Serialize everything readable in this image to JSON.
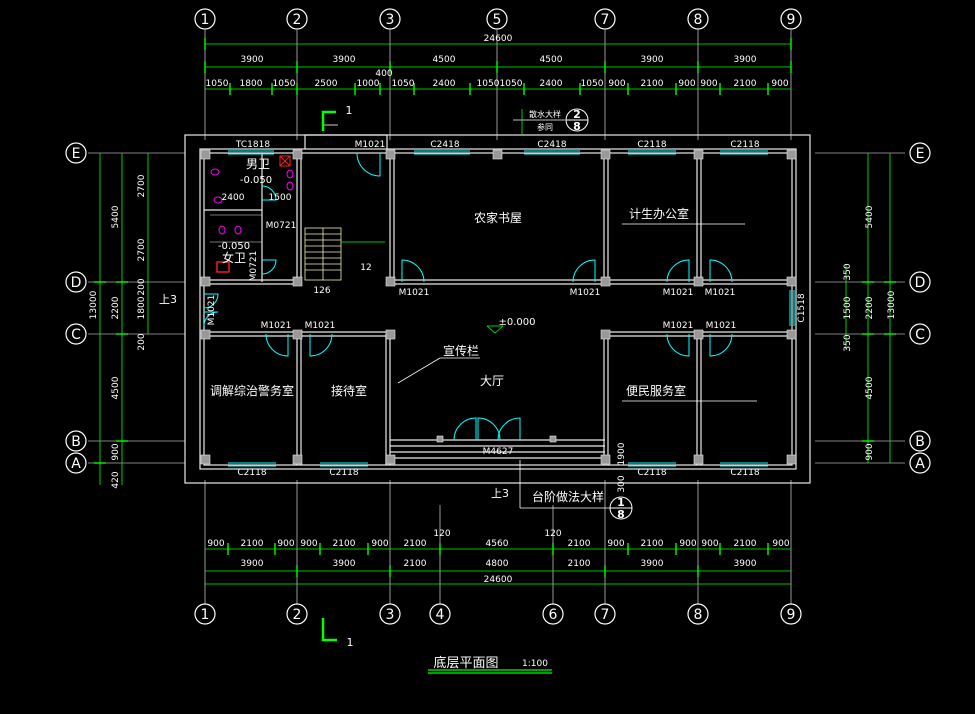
{
  "drawing": {
    "title": "底层平面图",
    "scale": "1:100",
    "section_mark": "1"
  },
  "colors": {
    "background": "#000000",
    "dim": "#00ff00",
    "grid": "#ffffff",
    "wall": "#e8e8e8",
    "wall_fill": "#f2f2b0",
    "window": "#00ffff",
    "text": "#ffffff",
    "accent_red": "#ff2020",
    "fixture": "#ff00ff"
  },
  "axes": {
    "vertical": [
      "1",
      "2",
      "3",
      "4",
      "5",
      "6",
      "7",
      "8",
      "9"
    ],
    "horizontal": [
      "E",
      "D",
      "C",
      "B",
      "A"
    ]
  },
  "dims": {
    "top_total": "24600",
    "top_bays": [
      "3900",
      "3900",
      "4500",
      "4500",
      "3900",
      "3900"
    ],
    "top_details": [
      "1050",
      "1800",
      "1050",
      "2500",
      "1000",
      "400",
      "1050",
      "2400",
      "1050",
      "1050",
      "2400",
      "1050",
      "900",
      "2100",
      "900",
      "900",
      "2100",
      "900"
    ],
    "bottom_details": [
      "900",
      "2100",
      "900",
      "900",
      "2100",
      "900",
      "2100",
      "120",
      "4560",
      "120",
      "2100",
      "900",
      "2100",
      "900",
      "900",
      "2100",
      "900"
    ],
    "bottom_bays": [
      "3900",
      "3900",
      "2100",
      "4800",
      "2100",
      "3900",
      "3900"
    ],
    "bottom_total": "24600",
    "left_outer": "13000",
    "left_mid": [
      "5400",
      "2200",
      "4500",
      "900",
      "420"
    ],
    "left_inner": [
      "2700",
      "2700",
      "200",
      "1800",
      "200"
    ],
    "right_outer": "13000",
    "right_mid": [
      "5400",
      "2200",
      "4500",
      "900"
    ],
    "right_inner": [
      "350",
      "1500",
      "350"
    ]
  },
  "rooms": {
    "library": "农家书屋",
    "family_planning": "计生办公室",
    "mens_wc": "男卫",
    "womens_wc": "女卫",
    "mediation": "调解综治警务室",
    "reception": "接待室",
    "hall": "大厅",
    "service": "便民服务室",
    "bulletin": "宣传栏"
  },
  "levels": {
    "wc_men": "-0.050",
    "wc_women": "-0.050",
    "ground": "±0.000"
  },
  "labels": {
    "tc1818": "TC1818",
    "m1021_top": "M1021",
    "c2418_a": "C2418",
    "c2418_b": "C2418",
    "c2118_te1": "C2118",
    "c2118_te2": "C2118",
    "m1021_d1": "M1021",
    "m1021_d2": "M1021",
    "m1021_d3": "M1021",
    "m1021_d4": "M1021",
    "m1021_c1": "M1021",
    "m1021_c2": "M1021",
    "m1021_c3": "M1021",
    "m1021_c4": "M1021",
    "m0721_a": "M0721",
    "m0721_b": "M0721",
    "m1021_side": "M1021",
    "c1518": "C1518",
    "m4627": "M4627",
    "c2118_b1": "C2118",
    "c2118_b2": "C2118",
    "c2118_b3": "C2118",
    "c2118_b4": "C2118",
    "stair_up_count": "12",
    "stair_down_count": "126",
    "wc_dim_2400": "2400",
    "wc_dim_1500": "1500",
    "ramp_up_left": "上3",
    "ramp_up_bottom": "上3",
    "step_detail": "台阶做法大样",
    "step_ref_top": "1",
    "step_ref_bot": "8",
    "drain_detail": "散水大样",
    "drain_ref": "参同",
    "drain_top": "2",
    "drain_bot": "8",
    "dim_1900": "1900",
    "dim_300": "300"
  }
}
